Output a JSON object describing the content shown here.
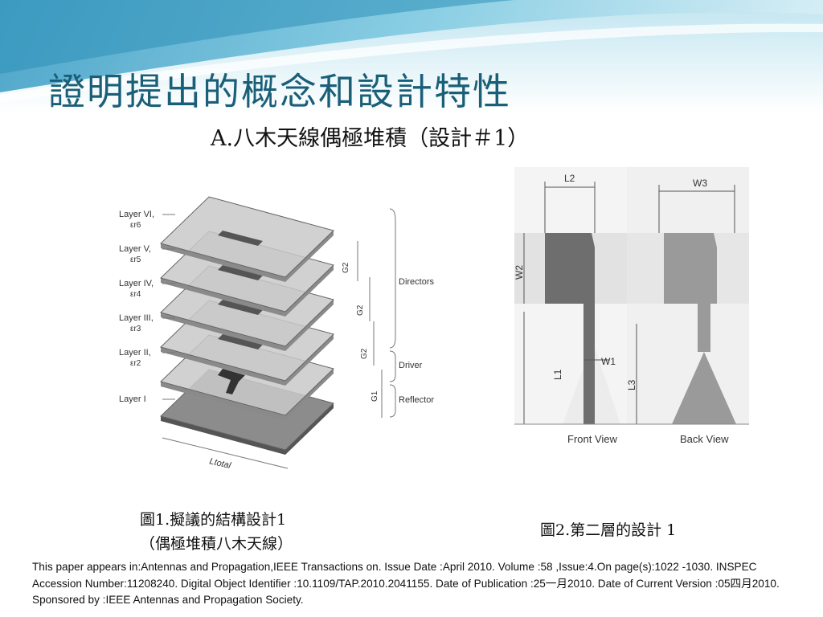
{
  "slide": {
    "title": "證明提出的概念和設計特性",
    "subtitle": "A.八木天線偶極堆積（設計＃1）"
  },
  "figure1": {
    "layers": [
      {
        "name": "Layer VI,",
        "eps": "εr6"
      },
      {
        "name": "Layer V,",
        "eps": "εr5"
      },
      {
        "name": "Layer IV,",
        "eps": "εr4"
      },
      {
        "name": "Layer III,",
        "eps": "εr3"
      },
      {
        "name": "Layer II,",
        "eps": "εr2"
      },
      {
        "name": "Layer I",
        "eps": ""
      }
    ],
    "gaps": [
      "G2",
      "G2",
      "G2",
      "G1"
    ],
    "groups": [
      "Directors",
      "Driver",
      "Reflector"
    ],
    "length_label": "Ltotal",
    "caption_line1": "圖1.擬議的結構設計1",
    "caption_line2": "（偶極堆積八木天線）"
  },
  "figure2": {
    "dims": {
      "l2": "L2",
      "w2": "W2",
      "l1": "L1",
      "w1": "W1",
      "w3": "W3",
      "l3": "L3"
    },
    "front_view": "Front View",
    "back_view": "Back View",
    "caption": "圖2.第二層的設計 1"
  },
  "reference": "This paper appears in:Antennas and Propagation,IEEE Transactions on. Issue Date :April 2010. Volume :58 ,Issue:4.On page(s):1022 -1030. INSPEC Accession Number:11208240. Digital Object Identifier :10.1109/TAP.2010.2041155. Date of Publication :25一月2010. Date of Current Version :05四月2010. Sponsored by :IEEE Antennas and Propagation Society.",
  "colors": {
    "title": "#1a5f78",
    "accent": "#5fb9d6"
  }
}
